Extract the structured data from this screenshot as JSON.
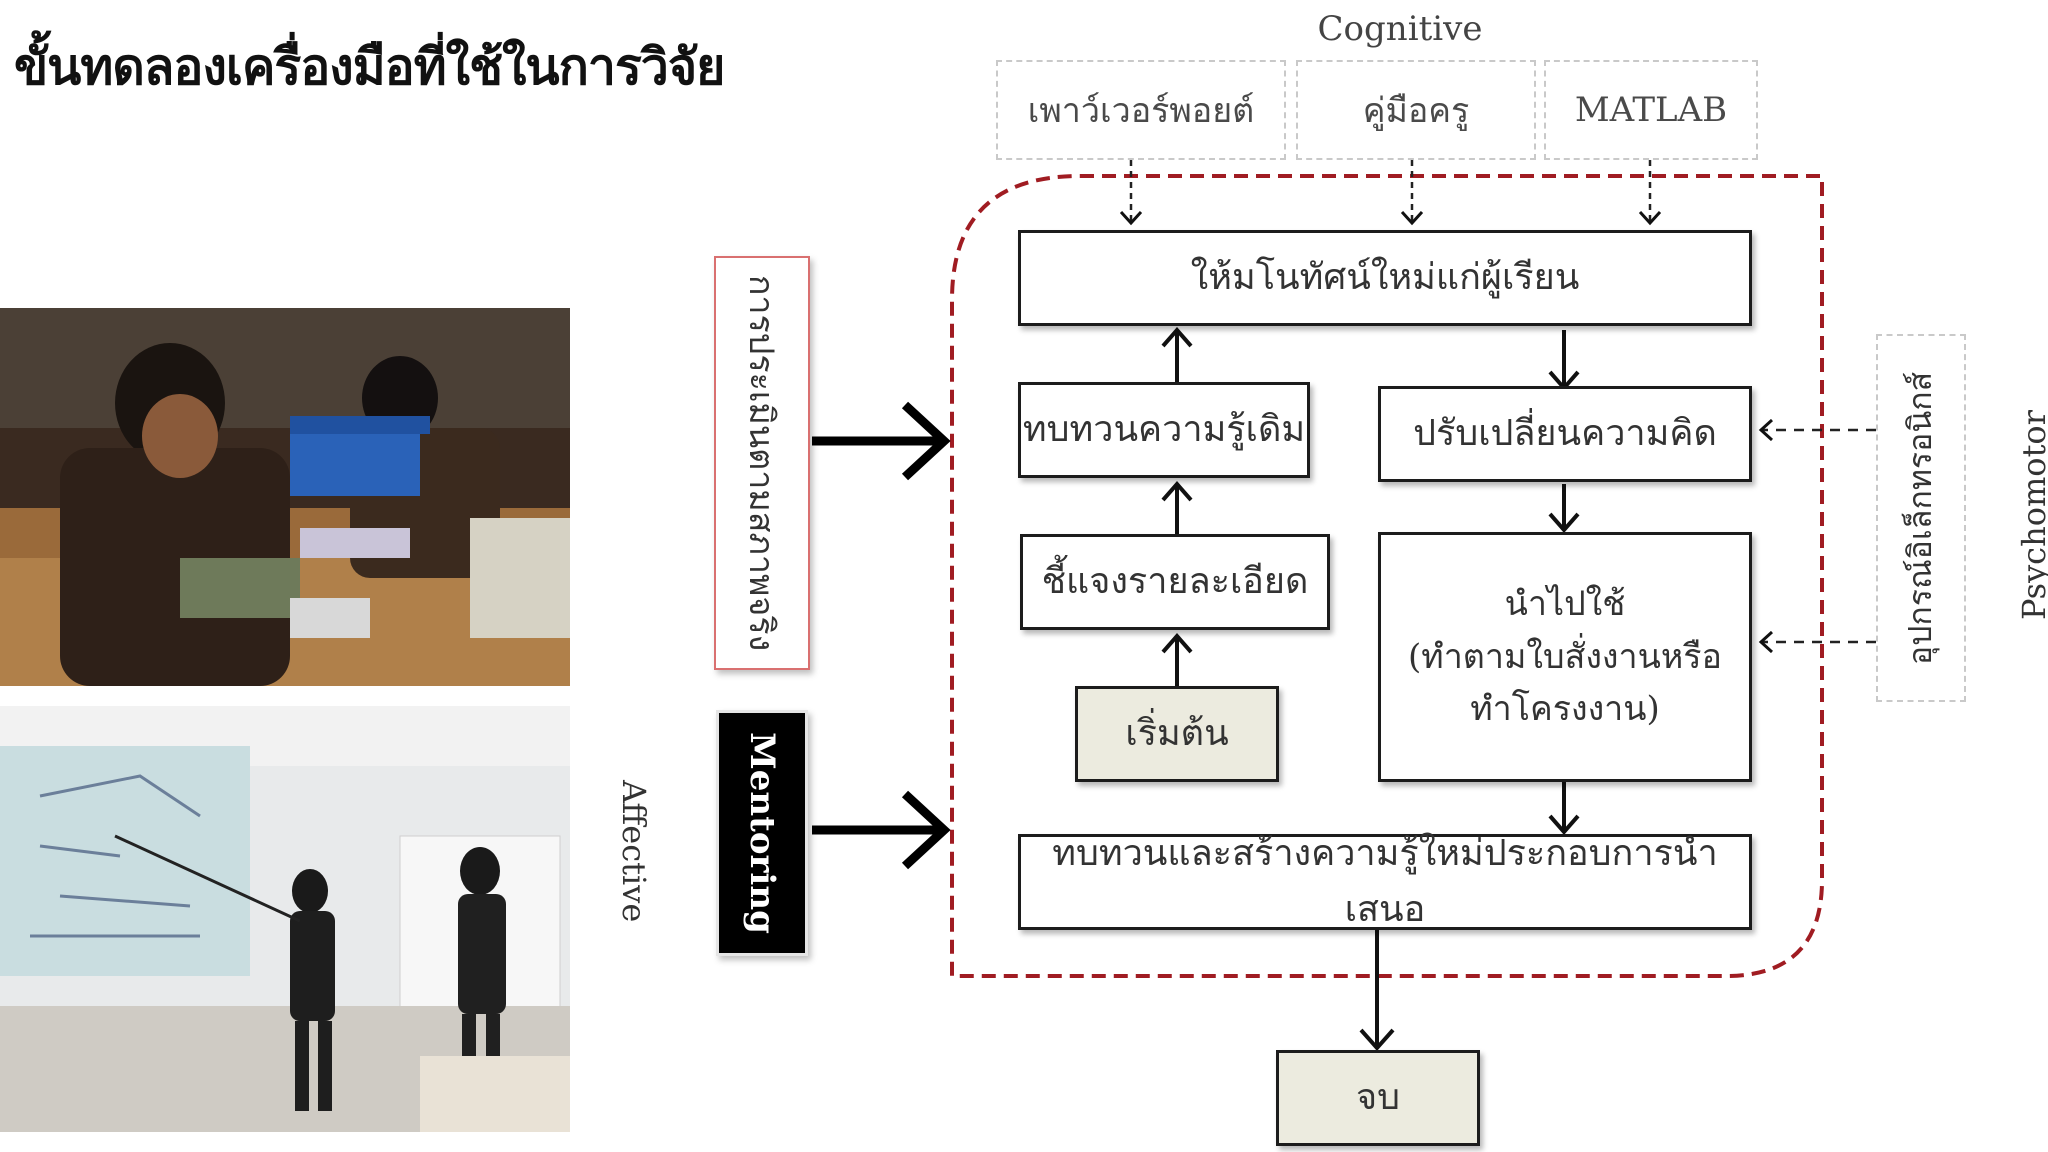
{
  "slide": {
    "title": "ขั้นทดลองเครื่องมือที่ใช้ในการวิจัย"
  },
  "domains": {
    "cognitive": "Cognitive",
    "psychomotor": "Psychomotor",
    "affective": "Affective"
  },
  "tools": {
    "powerpoint": "เพาว์เวอร์พอยต์",
    "teacher_manual": "คู่มือครู",
    "matlab": "MATLAB",
    "electronics": "อุปกรณ์อิเล็กทรอนิกส์"
  },
  "external": {
    "strengths": "การประเมินตามสภาพจริง",
    "mentoring": "Mentoring"
  },
  "steps": {
    "start": "เริ่มต้น",
    "explain": "ชี้แจงรายละเอียด",
    "review": "ทบทวนความรู้เดิม",
    "new_concept": "ให้มโนทัศน์ใหม่แก่ผู้เรียน",
    "change_thinking": "ปรับเปลี่ยนความคิด",
    "apply_line1": "นำไปใช้",
    "apply_line2": "(ทำตามใบสั่งงานหรือ",
    "apply_line3": "ทำโครงงาน)",
    "review_present": "ทบทวนและสร้างความรู้ใหม่ประกอบการนำเสนอ",
    "end": "จบ"
  },
  "photos": {
    "workshop": "photo-workshop",
    "presentation": "photo-presentation"
  },
  "colors": {
    "dashed_frame": "#a01c22",
    "node_border": "#1c1c1c",
    "shaded_node": "#ecebdf",
    "strengths_border": "#d97070",
    "mentoring_bg": "#000000"
  }
}
